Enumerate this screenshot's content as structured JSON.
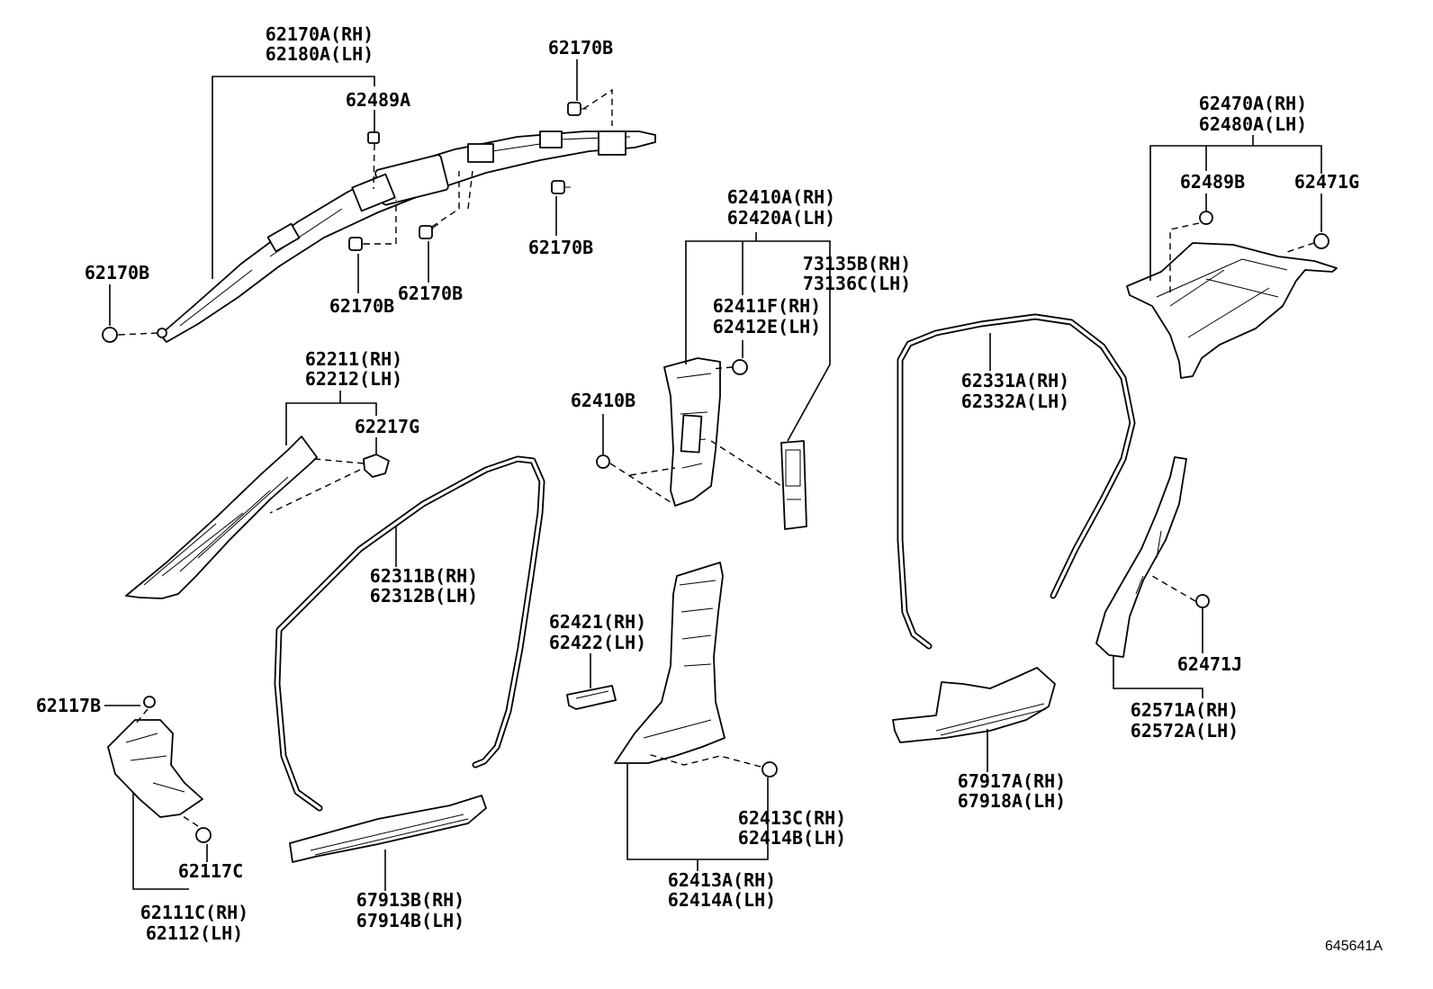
{
  "diagram": {
    "reference_number": "645641A",
    "callouts": {
      "curtain_airbag": [
        "62170A(RH)",
        "62180A(LH)"
      ],
      "clip_62489a": "62489A",
      "bolt_top": "62170B",
      "bolt_left": "62170B",
      "bolt_mid1": "62170B",
      "bolt_mid2": "62170B",
      "bolt_right": "62170B",
      "quarter_trim": [
        "62470A(RH)",
        "62480A(LH)"
      ],
      "clip_62489b": "62489B",
      "clip_62471g": "62471G",
      "center_pillar_upper": [
        "62410A(RH)",
        "62420A(LH)"
      ],
      "belt_adjuster": [
        "73135B(RH)",
        "73136C(LH)"
      ],
      "clip_62411f": [
        "62411F(RH)",
        "62412E(LH)"
      ],
      "clip_62410b": "62410B",
      "front_pillar_trim": [
        "62211(RH)",
        "62212(LH)"
      ],
      "clip_62217g": "62217G",
      "front_door_weatherstrip": [
        "62311B(RH)",
        "62312B(LH)"
      ],
      "rear_door_weatherstrip": [
        "62331A(RH)",
        "62332A(LH)"
      ],
      "garnish_62421": [
        "62421(RH)",
        "62422(LH)"
      ],
      "cowl_clip_upper": "62117B",
      "cowl_clip_lower": "62117C",
      "cowl_trim": [
        "62111C(RH)",
        "62112(LH)"
      ],
      "front_scuff_plate": [
        "67913B(RH)",
        "67914B(LH)"
      ],
      "center_pillar_lower": [
        "62413A(RH)",
        "62414A(LH)"
      ],
      "clip_62413c": [
        "62413C(RH)",
        "62414B(LH)"
      ],
      "rear_scuff_plate": [
        "67917A(RH)",
        "67918A(LH)"
      ],
      "rear_pillar_garnish": [
        "62571A(RH)",
        "62572A(LH)"
      ],
      "clip_62471j": "62471J"
    }
  }
}
